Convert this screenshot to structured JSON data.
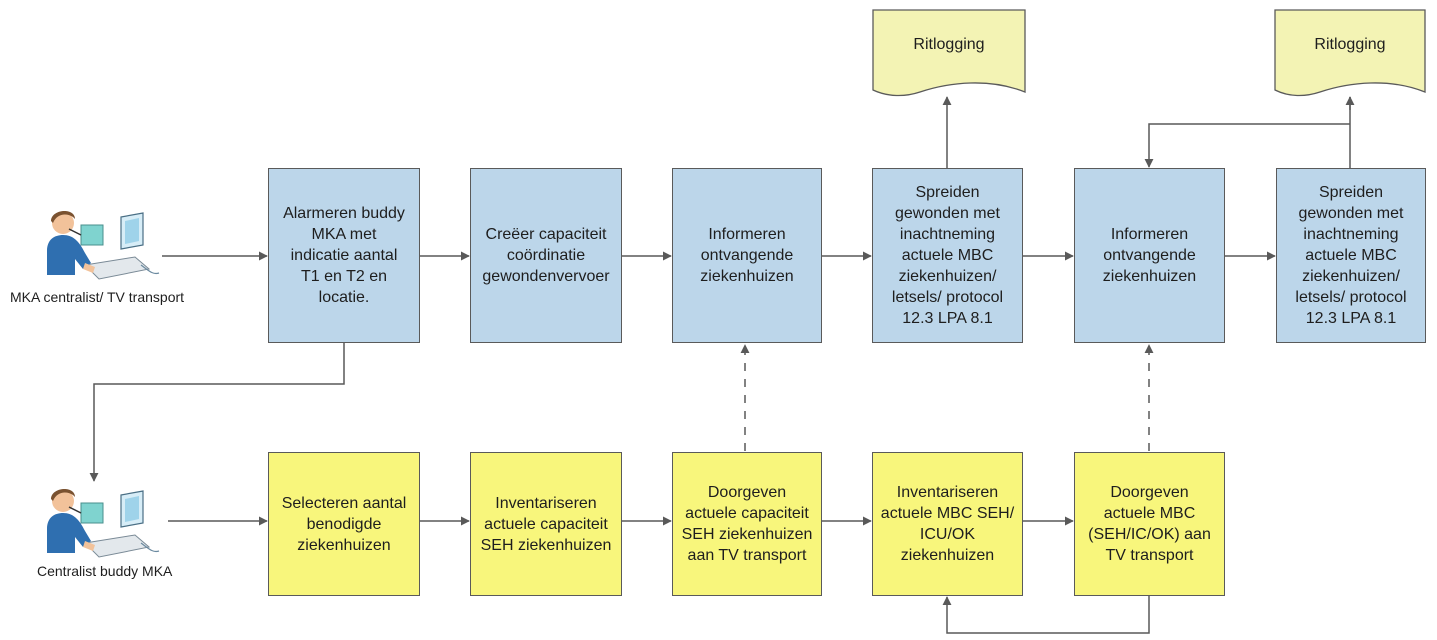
{
  "actors": {
    "top": {
      "label": "MKA centralist/ TV transport",
      "icon": "dispatcher-operator-icon"
    },
    "bottom": {
      "label": "Centralist buddy MKA",
      "icon": "dispatcher-operator-icon"
    }
  },
  "documents": [
    {
      "label": "Ritlogging"
    },
    {
      "label": "Ritlogging"
    }
  ],
  "top_row": [
    {
      "text": "Alarmeren buddy\nMKA met\nindicatie aantal\nT1 en T2 en\nlocatie."
    },
    {
      "text": "Creëer capaciteit\ncoördinatie\ngewondenvervoer"
    },
    {
      "text": "Informeren\nontvangende\nziekenhuizen"
    },
    {
      "text": "Spreiden\ngewonden met\ninachtneming\nactuele MBC\nziekenhuizen/\nletsels/ protocol\n12.3 LPA 8.1"
    },
    {
      "text": "Informeren\nontvangende\nziekenhuizen"
    },
    {
      "text": "Spreiden\ngewonden met\ninachtneming\nactuele MBC\nziekenhuizen/\nletsels/ protocol\n12.3 LPA 8.1"
    }
  ],
  "bottom_row": [
    {
      "text": "Selecteren aantal\nbenodigde\nziekenhuizen"
    },
    {
      "text": "Inventariseren\nactuele capaciteit\nSEH ziekenhuizen"
    },
    {
      "text": "Doorgeven\nactuele capaciteit\nSEH ziekenhuizen\naan TV transport"
    },
    {
      "text": "Inventariseren\nactuele MBC SEH/\nICU/OK\nziekenhuizen"
    },
    {
      "text": "Doorgeven\nactuele MBC\n(SEH/IC/OK) aan\nTV transport"
    }
  ],
  "colors": {
    "process_blue": "#bcd6ea",
    "process_yellow": "#f8f67c",
    "document_fill": "#f3f3b4",
    "connector": "#595959"
  }
}
